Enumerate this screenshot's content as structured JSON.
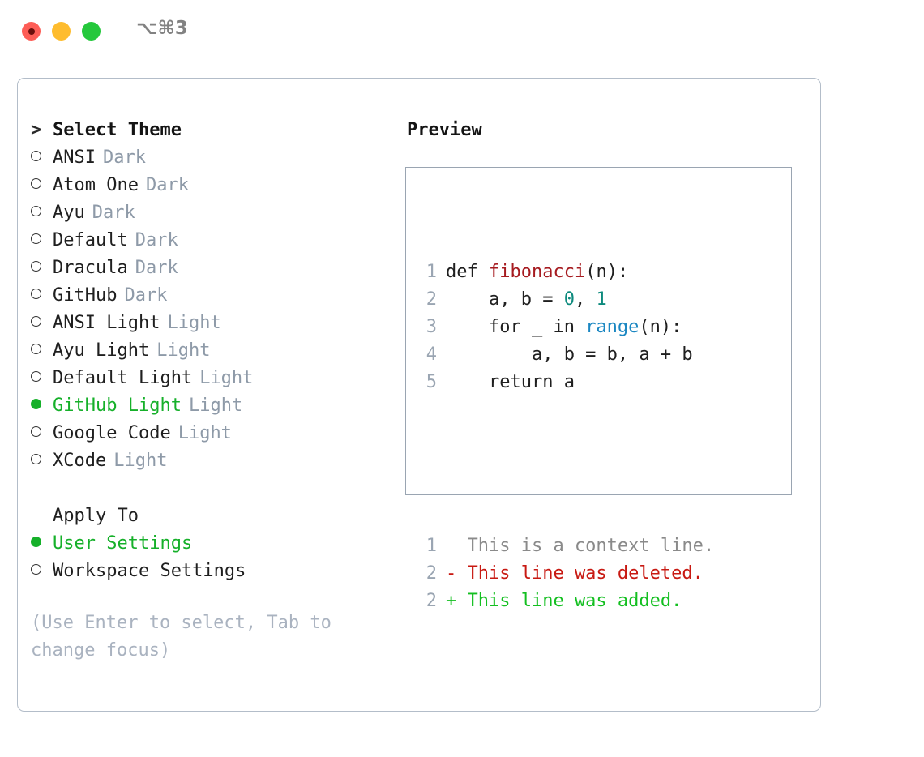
{
  "titlebar": {
    "shortcut": "⌥⌘3",
    "lights": [
      "close",
      "minimize",
      "maximize"
    ]
  },
  "theme_picker": {
    "header": "Select Theme",
    "header_marker": ">",
    "items": [
      {
        "name": "ANSI",
        "tag": "Dark",
        "selected": false
      },
      {
        "name": "Atom One",
        "tag": "Dark",
        "selected": false
      },
      {
        "name": "Ayu",
        "tag": "Dark",
        "selected": false
      },
      {
        "name": "Default",
        "tag": "Dark",
        "selected": false
      },
      {
        "name": "Dracula",
        "tag": "Dark",
        "selected": false
      },
      {
        "name": "GitHub",
        "tag": "Dark",
        "selected": false
      },
      {
        "name": "ANSI Light",
        "tag": "Light",
        "selected": false
      },
      {
        "name": "Ayu Light",
        "tag": "Light",
        "selected": false
      },
      {
        "name": "Default Light",
        "tag": "Light",
        "selected": false
      },
      {
        "name": "GitHub Light",
        "tag": "Light",
        "selected": true
      },
      {
        "name": "Google Code",
        "tag": "Light",
        "selected": false
      },
      {
        "name": "XCode",
        "tag": "Light",
        "selected": false
      }
    ]
  },
  "apply_to": {
    "label": "Apply To",
    "options": [
      {
        "name": "User Settings",
        "selected": true
      },
      {
        "name": "Workspace Settings",
        "selected": false
      }
    ]
  },
  "hint": "(Use Enter to select, Tab to change focus)",
  "preview": {
    "title": "Preview",
    "code_lines": [
      {
        "no": "1",
        "parts": [
          {
            "t": "def ",
            "c": "code-text"
          },
          {
            "t": "fibonacci",
            "c": "tok-fn"
          },
          {
            "t": "(n):",
            "c": "code-text"
          }
        ]
      },
      {
        "no": "2",
        "parts": [
          {
            "t": "    a, b = ",
            "c": "code-text"
          },
          {
            "t": "0",
            "c": "tok-num"
          },
          {
            "t": ", ",
            "c": "code-text"
          },
          {
            "t": "1",
            "c": "tok-num"
          }
        ]
      },
      {
        "no": "3",
        "parts": [
          {
            "t": "    for _ in ",
            "c": "code-text"
          },
          {
            "t": "range",
            "c": "tok-call"
          },
          {
            "t": "(n):",
            "c": "code-text"
          }
        ]
      },
      {
        "no": "4",
        "parts": [
          {
            "t": "        a, b = b, a + b",
            "c": "code-text"
          }
        ]
      },
      {
        "no": "5",
        "parts": [
          {
            "t": "    return a",
            "c": "code-text"
          }
        ]
      }
    ],
    "diff_lines": [
      {
        "no": "1",
        "sign": " ",
        "text": "  This is a context line.",
        "c": "diff-ctx"
      },
      {
        "no": "2",
        "sign": "-",
        "text": "- This line was deleted.",
        "c": "diff-del"
      },
      {
        "no": "2",
        "sign": "+",
        "text": "+ This line was added.",
        "c": "diff-add"
      }
    ]
  },
  "colors": {
    "accent_green": "#16b02a",
    "tag_gray": "#8e9aa8",
    "hint_gray": "#aab3c0",
    "panel_border": "#b3bdc9",
    "code_border": "#9aa5b2",
    "fn_red": "#a61b20",
    "num_teal": "#0d8a7d",
    "call_blue": "#1b87c2",
    "diff_del_red": "#c81912",
    "diff_add_green": "#13bf20",
    "light_red": "#fd5d56",
    "light_yellow": "#febc2e",
    "light_green": "#25c83c"
  }
}
